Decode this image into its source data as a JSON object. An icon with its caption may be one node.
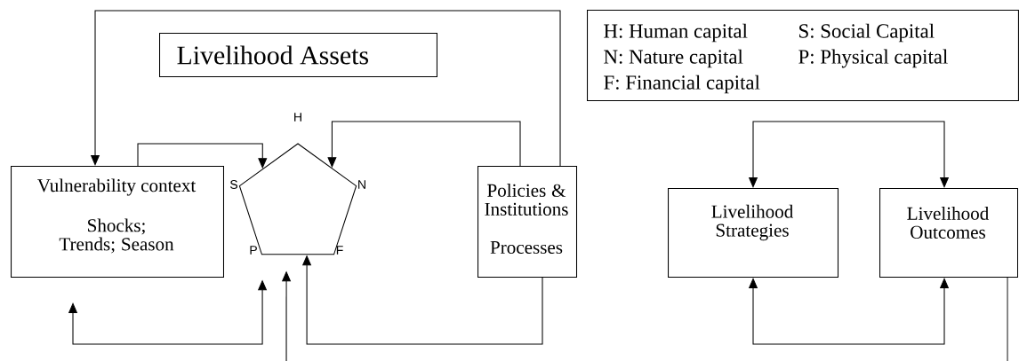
{
  "diagram": {
    "nodes": [
      {
        "text": [
          "Livelihood Assets"
        ]
      },
      {
        "text": [
          "H: Human capital",
          "S: Social Capital",
          "N: Nature capital",
          "P: Physical capital",
          "F: Financial capital"
        ]
      },
      {
        "text": [
          "Vulnerability context",
          "Shocks; Trends; Season"
        ]
      },
      {
        "text": [],
        "shape": "pentagon",
        "beside": [
          "H",
          "S",
          "N",
          "P",
          "F"
        ]
      },
      {
        "text": [
          "Policies & Institutions",
          "Processes"
        ]
      },
      {
        "text": [
          "Livelihood Strategies"
        ]
      },
      {
        "text": [
          "Livelihood Outcomes"
        ]
      }
    ],
    "edges": [
      {
        "from": 4,
        "to": 2,
        "arrow": "to"
      },
      {
        "from": 2,
        "to": 3,
        "arrow": "to"
      },
      {
        "from": 4,
        "to": 3,
        "arrow": "to"
      },
      {
        "from": 2,
        "to": 3,
        "arrow": "both"
      },
      {
        "from": null,
        "to": 3,
        "arrow": "to"
      },
      {
        "from": 4,
        "to": 3,
        "arrow": "to"
      },
      {
        "from": 5,
        "to": 6,
        "arrow": "both"
      },
      {
        "from": 5,
        "to": 6,
        "arrow": "both"
      },
      {
        "from": 6,
        "to": null,
        "arrow": "none"
      }
    ]
  }
}
